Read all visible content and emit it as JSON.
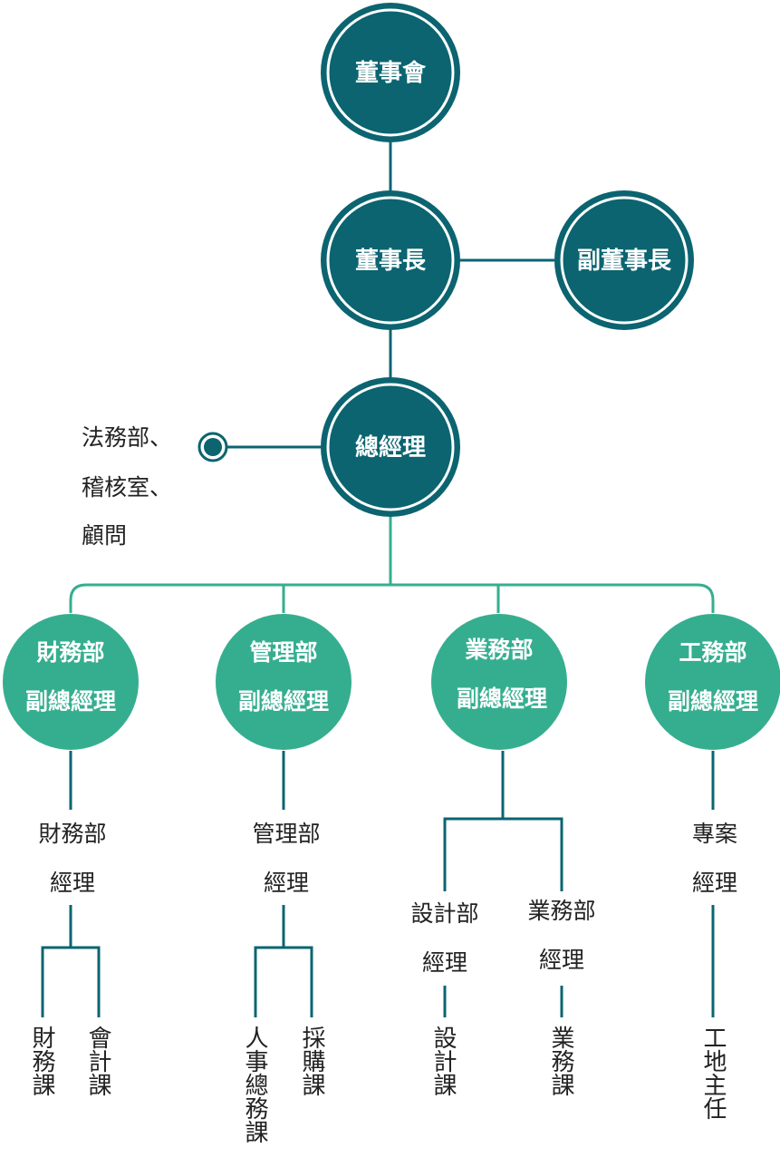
{
  "colors": {
    "dark": "#0b6470",
    "light": "#35ae8f",
    "text": "#222222"
  },
  "top": {
    "board": "董事會",
    "chairman": "董事長",
    "vice_chairman": "副董事長",
    "gm": "總經理"
  },
  "side": {
    "line1": "法務部、",
    "line2": "稽核室、",
    "line3": "顧問"
  },
  "depts": [
    {
      "line1": "財務部",
      "line2": "副總經理"
    },
    {
      "line1": "管理部",
      "line2": "副總經理"
    },
    {
      "line1": "業務部",
      "line2": "副總經理"
    },
    {
      "line1": "工務部",
      "line2": "副總經理"
    }
  ],
  "managers": {
    "finance": {
      "line1": "財務部",
      "line2": "經理"
    },
    "admin": {
      "line1": "管理部",
      "line2": "經理"
    },
    "design": {
      "line1": "設計部",
      "line2": "經理"
    },
    "sales": {
      "line1": "業務部",
      "line2": "經理"
    },
    "project": {
      "line1": "專案",
      "line2": "經理"
    }
  },
  "sections": {
    "finance_sec": "財務課",
    "accounting": "會計課",
    "hr": "人事總務課",
    "purchasing": "採購課",
    "design_sec": "設計課",
    "sales_sec": "業務課",
    "site": "工地主任"
  }
}
